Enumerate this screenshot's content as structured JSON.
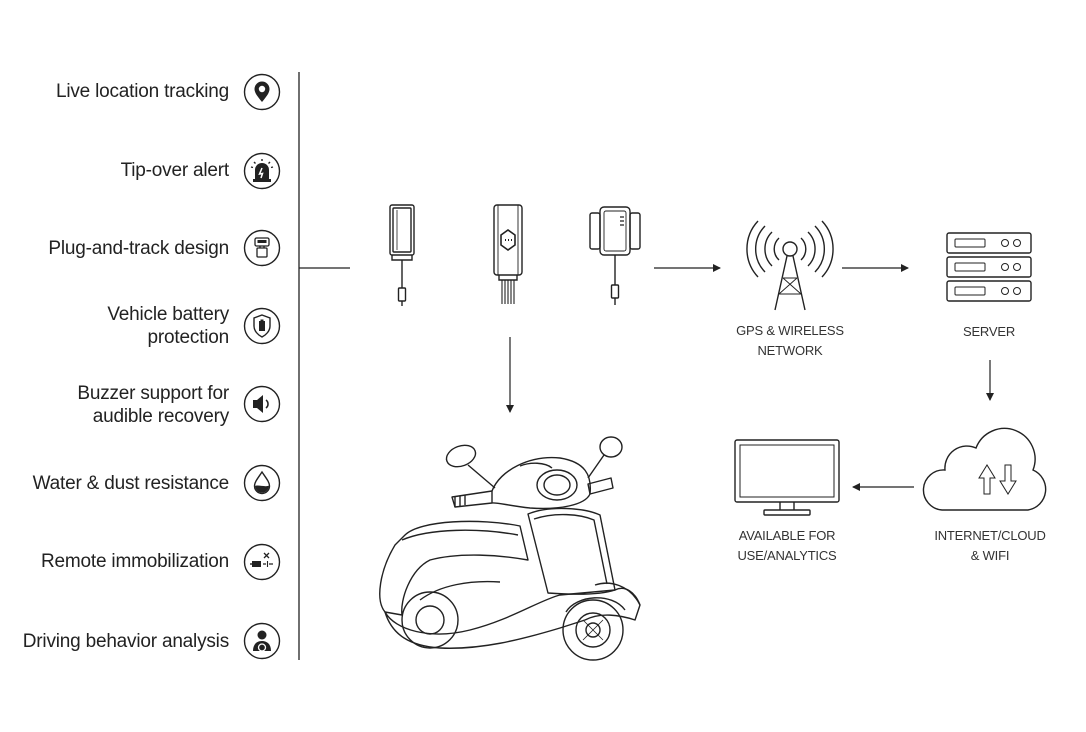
{
  "features": [
    {
      "label": "Live location tracking",
      "icon": "location-pin-icon"
    },
    {
      "label": "Tip-over alert",
      "icon": "alarm-light-icon"
    },
    {
      "label": "Plug-and-track design",
      "icon": "device-plug-icon"
    },
    {
      "label": "Vehicle battery\nprotection",
      "icon": "battery-shield-icon"
    },
    {
      "label": "Buzzer support for\naudible recovery",
      "icon": "speaker-icon"
    },
    {
      "label": "Water & dust resistance",
      "icon": "water-drop-icon"
    },
    {
      "label": "Remote immobilization",
      "icon": "engine-cut-icon"
    },
    {
      "label": "Driving behavior analysis",
      "icon": "driver-icon"
    }
  ],
  "flow": {
    "network_label": "GPS & WIRELESS\nNETWORK",
    "server_label": "SERVER",
    "cloud_label": "INTERNET/CLOUD\n& WIFI",
    "analytics_label": "AVAILABLE FOR\nUSE/ANALYTICS"
  },
  "colors": {
    "line": "#222222",
    "background": "#ffffff"
  }
}
